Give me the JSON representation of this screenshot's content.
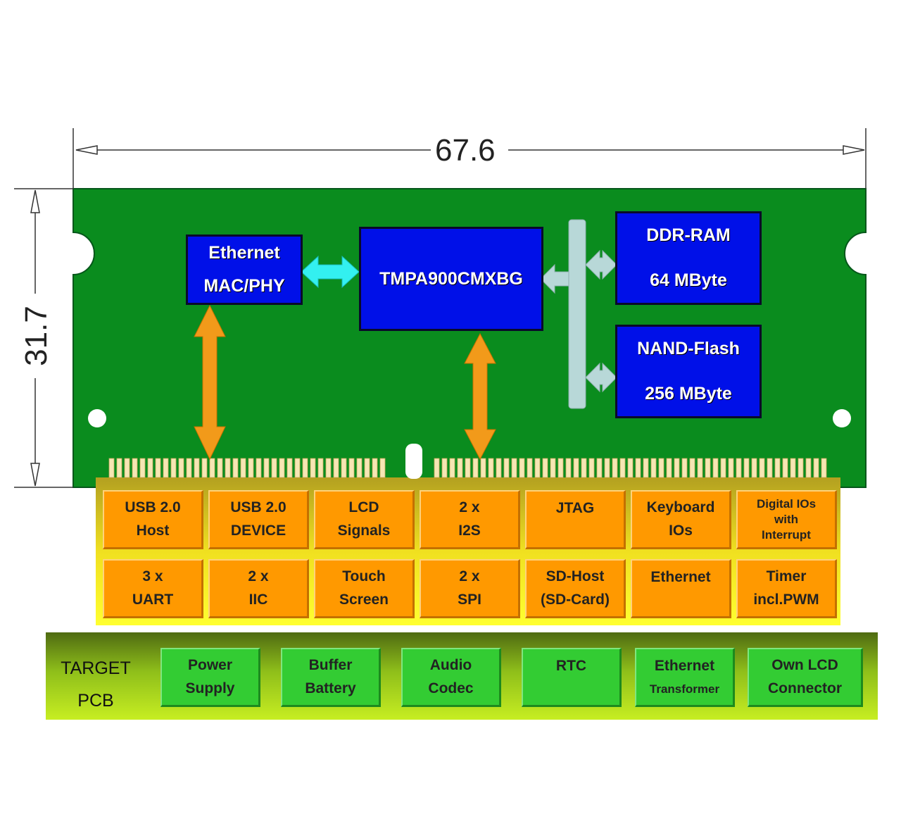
{
  "dimensions": {
    "width": "67.6",
    "height": "31.7"
  },
  "chips": {
    "ethernet": {
      "line1": "Ethernet",
      "line2": "MAC/PHY"
    },
    "cpu": {
      "label": "TMPA900CMXBG"
    },
    "ddr": {
      "line1": "DDR-RAM",
      "line2": "64 MByte"
    },
    "nand": {
      "line1": "NAND-Flash",
      "line2": "256 MByte"
    }
  },
  "interfaces": [
    {
      "line1": "USB 2.0",
      "line2": "Host"
    },
    {
      "line1": "USB 2.0",
      "line2": "DEVICE"
    },
    {
      "line1": "LCD",
      "line2": "Signals"
    },
    {
      "line1": "2 x",
      "line2": "I2S"
    },
    {
      "line1": "JTAG",
      "line2": ""
    },
    {
      "line1": "Keyboard",
      "line2": "IOs"
    },
    {
      "line1": "Digital IOs",
      "line2": "with",
      "line3": "Interrupt"
    },
    {
      "line1": "3 x",
      "line2": "UART"
    },
    {
      "line1": "2 x",
      "line2": "IIC"
    },
    {
      "line1": "Touch",
      "line2": "Screen"
    },
    {
      "line1": "2 x",
      "line2": "SPI"
    },
    {
      "line1": "SD-Host",
      "line2": "(SD-Card)"
    },
    {
      "line1": "Ethernet",
      "line2": ""
    },
    {
      "line1": "Timer",
      "line2": "incl.PWM"
    }
  ],
  "target": {
    "label_line1": "TARGET",
    "label_line2": "PCB",
    "items": [
      {
        "line1": "Power",
        "line2": "Supply"
      },
      {
        "line1": "Buffer",
        "line2": "Battery"
      },
      {
        "line1": "Audio",
        "line2": "Codec"
      },
      {
        "line1": "RTC",
        "line2": ""
      },
      {
        "line1": "Ethernet",
        "line2": "Transformer"
      },
      {
        "line1": "Own LCD",
        "line2": "Connector"
      }
    ]
  },
  "colors": {
    "pcb": "#0a8c1e",
    "chip": "#0010e8",
    "interface": "#ff9900",
    "target_item": "#33cc33",
    "bus": "#b8d8d8",
    "arrow_orange": "#f29a1a",
    "arrow_cyan": "#33f0f0"
  }
}
